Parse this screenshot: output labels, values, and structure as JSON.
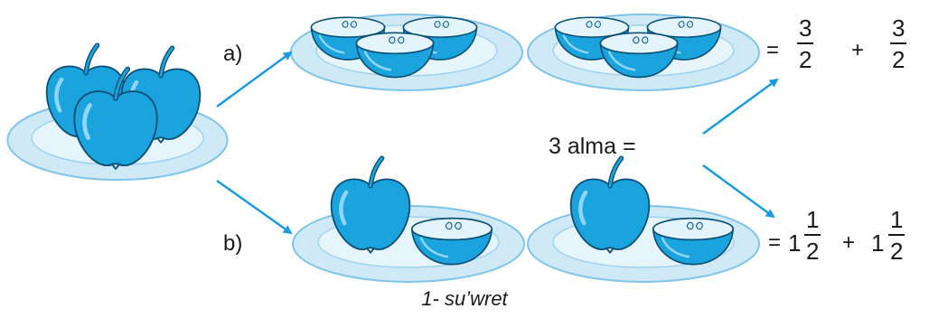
{
  "figure": {
    "label_a": "a)",
    "label_b": "b)",
    "equation_left": "3 alma =",
    "row_a": {
      "equals": "=",
      "term1": {
        "numerator": "3",
        "denominator": "2"
      },
      "plus": "+",
      "term2": {
        "numerator": "3",
        "denominator": "2"
      }
    },
    "row_b": {
      "equals": "=",
      "term1": {
        "whole": "1",
        "numerator": "1",
        "denominator": "2"
      },
      "plus": "+",
      "term2": {
        "whole": "1",
        "numerator": "1",
        "denominator": "2"
      }
    },
    "caption": "1-  su’wret"
  },
  "colors": {
    "apple": "#1aa3dd",
    "apple_dark": "#0b78ad",
    "plate": "#cfe9f7",
    "plate_edge": "#7fc5ea",
    "arrow": "#1a9be0",
    "apple_flesh": "#e4f4fc"
  }
}
